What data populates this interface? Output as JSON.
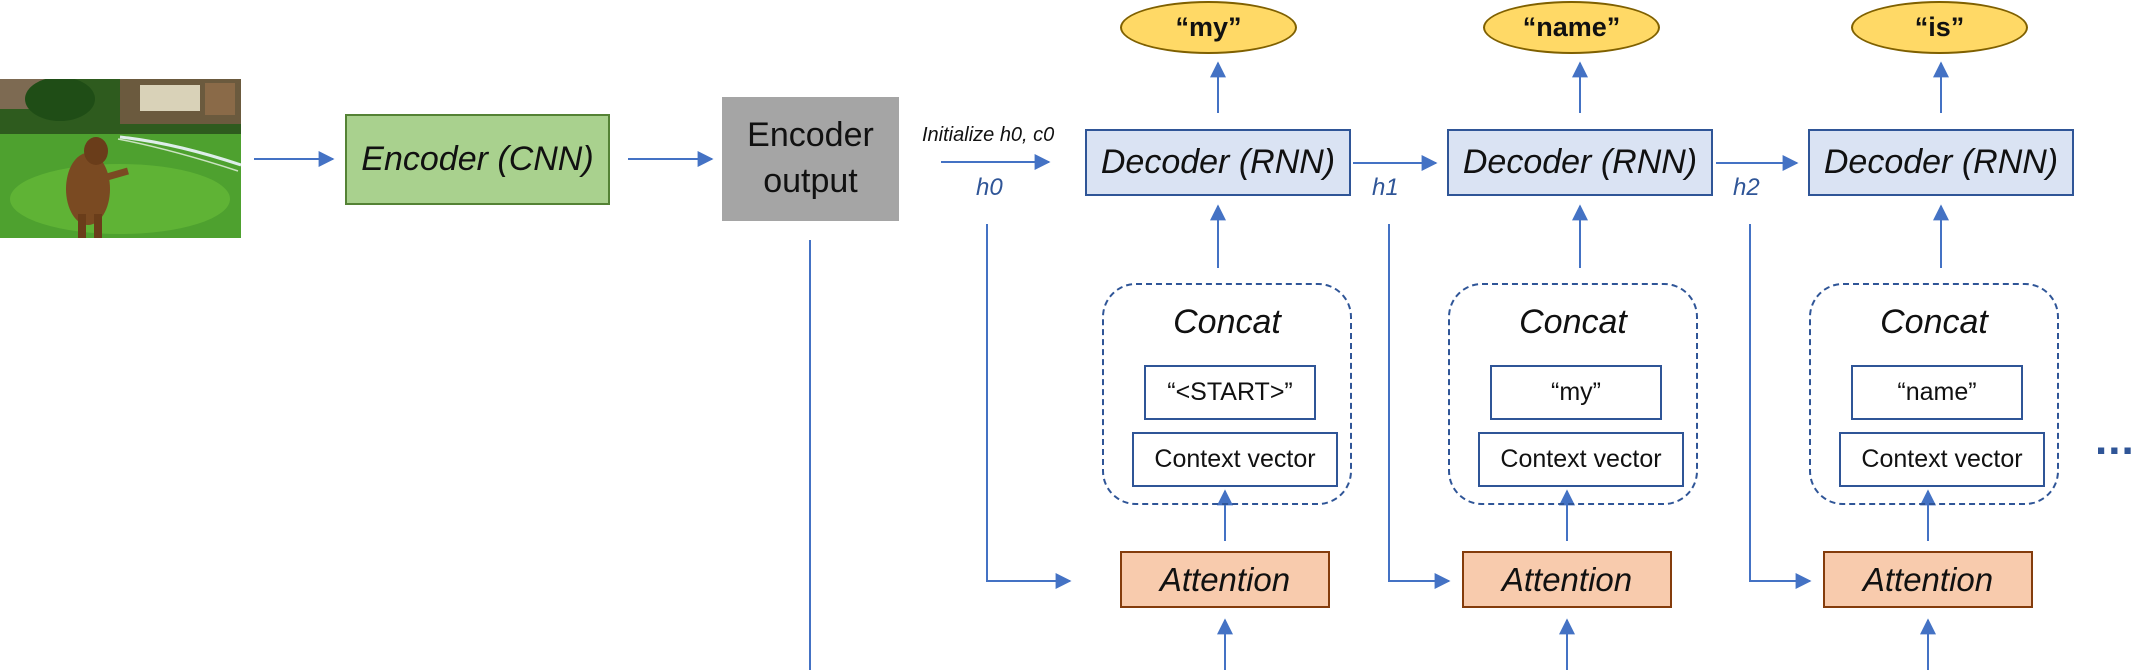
{
  "diagram": {
    "encoder_cnn_label": "Encoder (CNN)",
    "encoder_output_label": "Encoder\noutput",
    "initialize_label": "Initialize h0, c0",
    "ellipsis": "...",
    "image_description_icon": "dog-photo-image"
  },
  "steps": [
    {
      "output_token": "“my”",
      "decoder_label": "Decoder (RNN)",
      "concat_label": "Concat",
      "input_word": "“<START>”",
      "context_label": "Context vector",
      "attention_label": "Attention",
      "hidden_label": "h0"
    },
    {
      "output_token": "“name”",
      "decoder_label": "Decoder (RNN)",
      "concat_label": "Concat",
      "input_word": "“my”",
      "context_label": "Context vector",
      "attention_label": "Attention",
      "hidden_label": "h1"
    },
    {
      "output_token": "“is”",
      "decoder_label": "Decoder (RNN)",
      "concat_label": "Concat",
      "input_word": "“name”",
      "context_label": "Context vector",
      "attention_label": "Attention",
      "hidden_label": "h2"
    }
  ],
  "colors": {
    "arrow": "#4472c4",
    "encoder_fill": "#a9d18e",
    "encoder_output_fill": "#a5a5a5",
    "decoder_fill": "#dae3f3",
    "token_fill": "#ffd966",
    "attention_fill": "#f8cbad"
  }
}
